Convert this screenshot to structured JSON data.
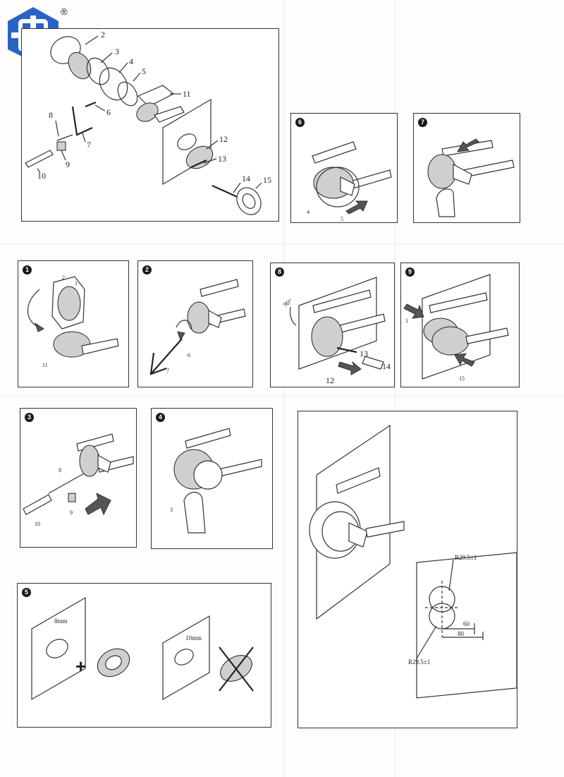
{
  "logo": {
    "registered_mark": "®"
  },
  "colors": {
    "logo_blue": "#2a63c4",
    "line": "#333333",
    "arrow_gray": "#555555"
  },
  "exploded_view": {
    "part_numbers": [
      "2",
      "3",
      "4",
      "5",
      "6",
      "7",
      "8",
      "9",
      "10",
      "11",
      "12",
      "13",
      "14",
      "15"
    ]
  },
  "steps": {
    "s1": {
      "badge": "1",
      "labels": [
        "2",
        "1",
        "11"
      ]
    },
    "s2": {
      "badge": "2",
      "labels": [
        "6",
        "7"
      ]
    },
    "s3": {
      "badge": "3",
      "labels": [
        "8",
        "9",
        "10"
      ]
    },
    "s4": {
      "badge": "4",
      "labels": [
        "3"
      ]
    },
    "s5": {
      "badge": "5",
      "plate_a": "8mm",
      "plate_b": "10mm",
      "plus": "+"
    },
    "s6": {
      "badge": "6",
      "labels": [
        "4",
        "5"
      ]
    },
    "s7": {
      "badge": "7"
    },
    "s8": {
      "badge": "8",
      "angle": "90°",
      "labels": [
        "13",
        "14",
        "12"
      ]
    },
    "s9": {
      "badge": "9",
      "labels": [
        "1",
        "15"
      ]
    }
  },
  "cutout": {
    "radius_top": "R29.5±1",
    "radius_bottom": "R29.5±1",
    "dim_60": "60",
    "dim_80": "80"
  },
  "icons": [
    "logo-icon",
    "push-arrow-icon",
    "rotate-arrow-icon",
    "hand-icon",
    "cross-out-icon"
  ]
}
